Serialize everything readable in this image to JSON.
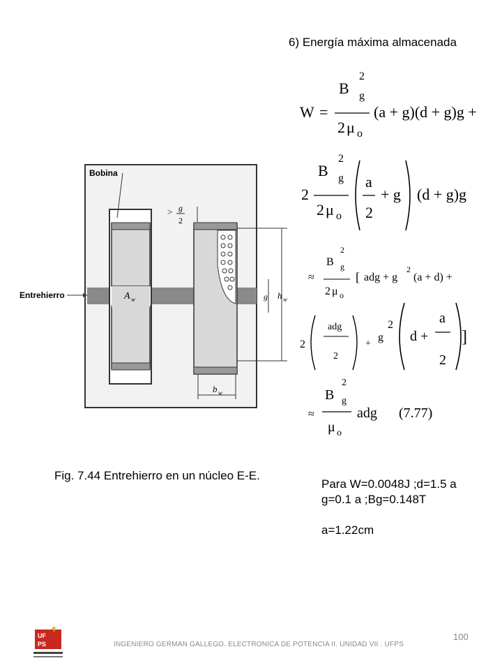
{
  "section_title": "6) Energía máxima almacenada",
  "figure": {
    "label_bobina": "Bobina",
    "label_entrehierro": "Entrehierro",
    "label_g": "g",
    "label_2": "2",
    "label_gt": ">",
    "label_Aw": "A",
    "label_Aw_sub": "w",
    "label_hw": "h",
    "label_hw_sub": "w",
    "label_bw": "b",
    "label_bw_sub": "w",
    "caption": "Fig.  7.44 Entrehierro en un núcleo E-E."
  },
  "equations": {
    "W": "W",
    "eq": "=",
    "B": "B",
    "sub_g": "g",
    "sup_2": "2",
    "two": "2",
    "mu": "μ",
    "sub_o": "o",
    "line1_rest": "(a + g)(d + g)g +",
    "line2_a": "a",
    "line2_plus_g": "+ g",
    "line2_rest": "(d + g)g",
    "approx": "≈",
    "line3_bracket": "[",
    "line3_text": "adg + g",
    "line3_rest": "(a + d) +",
    "line4_adg": "adg",
    "line4_plus": "+",
    "line4_g": "g",
    "line4_d": "d +",
    "line4_close": "]",
    "line5_adg": "adg",
    "line5_ref": "(7.77)"
  },
  "params": {
    "line1": "Para  W=0.0048J ;d=1.5 a",
    "line2": "g=0.1 a ;Bg=0.148T",
    "line3": "a=1.22cm"
  },
  "footer": {
    "text": "INGENIERO GERMAN GALLEGO. ELECTRONICA DE POTENCIA  II. UNIDAD  VII . UFPS",
    "page": "100",
    "logo_text": "UFPS"
  }
}
